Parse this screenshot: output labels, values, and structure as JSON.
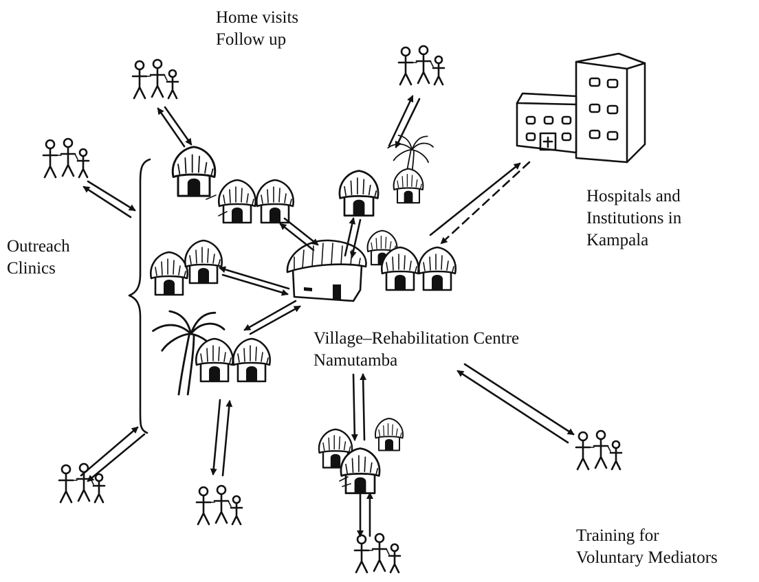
{
  "labels": {
    "home_visits": [
      "Home visits",
      "Follow up"
    ],
    "outreach": [
      "Outreach",
      "Clinics"
    ],
    "hospitals": [
      "Hospitals and",
      "Institutions in",
      "Kampala"
    ],
    "village_centre": [
      "Village–Rehabilitation Centre",
      "Namutamba"
    ],
    "training": [
      "Training for",
      "Voluntary Mediators"
    ]
  }
}
